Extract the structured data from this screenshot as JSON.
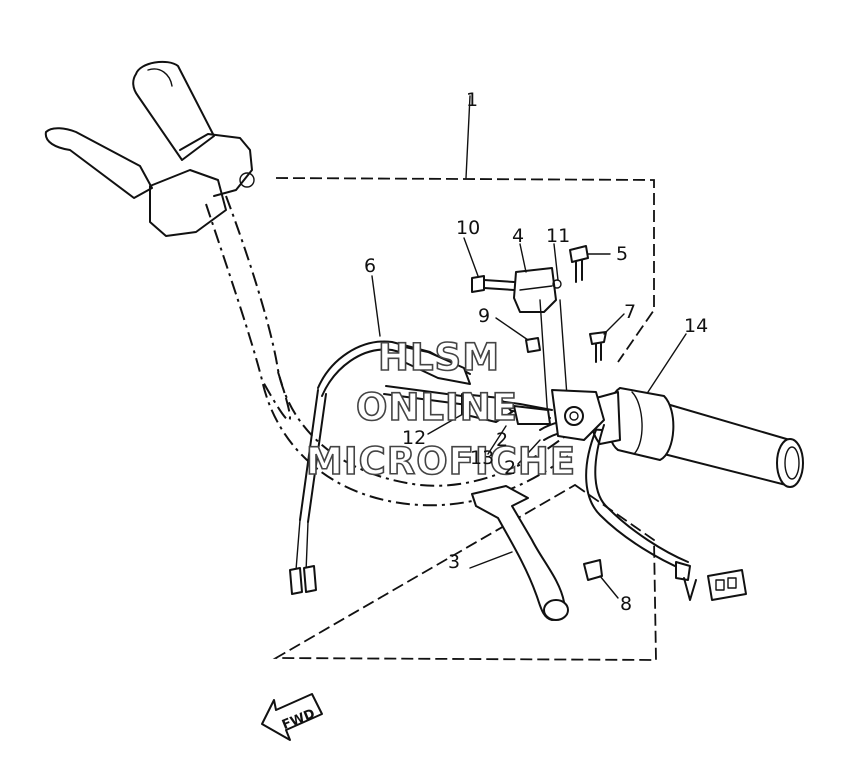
{
  "callouts": {
    "c1": "1",
    "c2a": "2",
    "c2b": "2",
    "c3": "3",
    "c4": "4",
    "c5": "5",
    "c6": "6",
    "c7": "7",
    "c8": "8",
    "c9": "9",
    "c10": "10",
    "c11": "11",
    "c12": "12",
    "c13": "13",
    "c14": "14"
  },
  "direction_arrow": {
    "label": "FWD"
  },
  "watermark": {
    "line1": "HLSM",
    "line2": "ONLINE",
    "line3": "MICROFICHE"
  }
}
